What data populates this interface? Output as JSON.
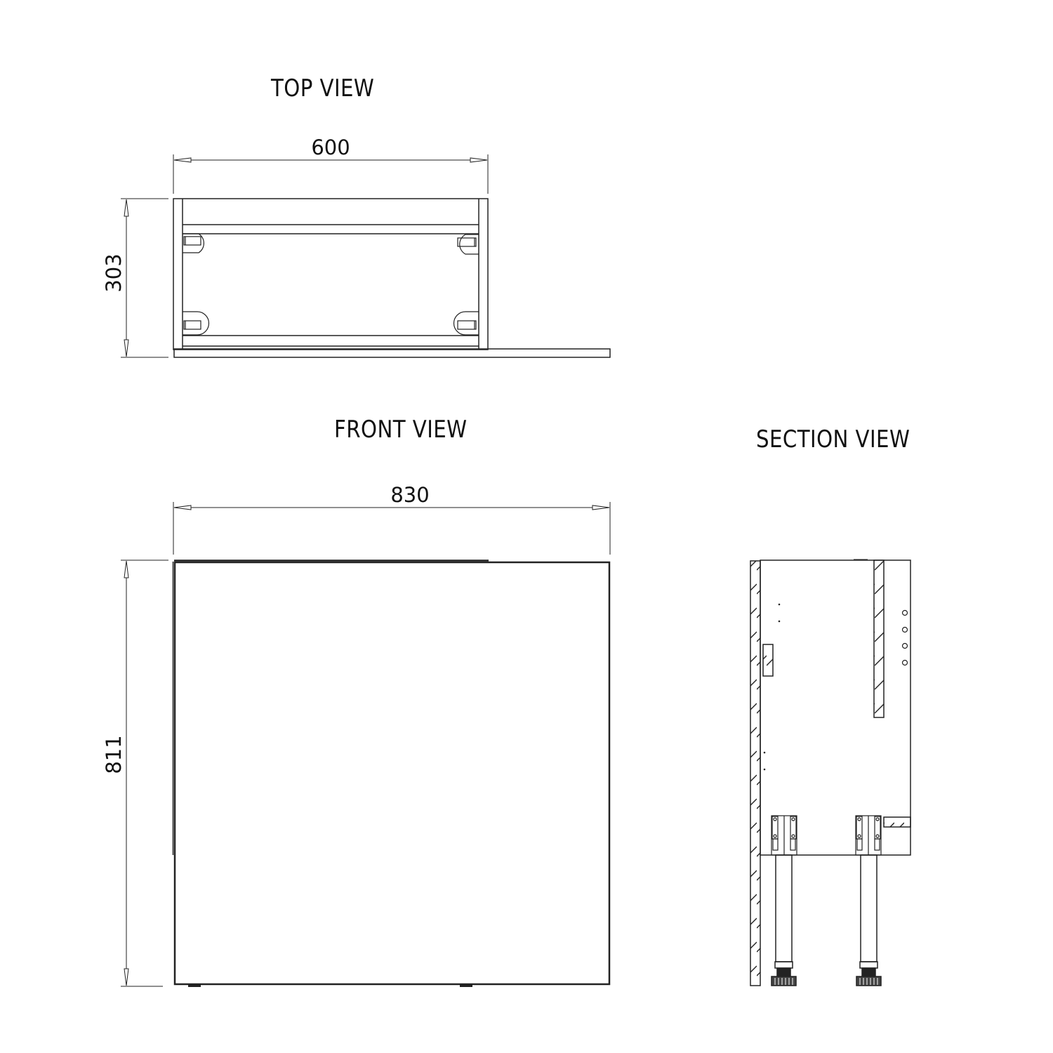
{
  "drawing": {
    "top_view": {
      "title": "TOP VIEW",
      "width_dim": "600",
      "depth_dim": "303"
    },
    "front_view": {
      "title": "FRONT VIEW",
      "width_dim": "830",
      "height_dim": "811"
    },
    "section_view": {
      "title": "SECTION VIEW"
    },
    "colors": {
      "line": "#222222",
      "background": "#ffffff"
    }
  }
}
